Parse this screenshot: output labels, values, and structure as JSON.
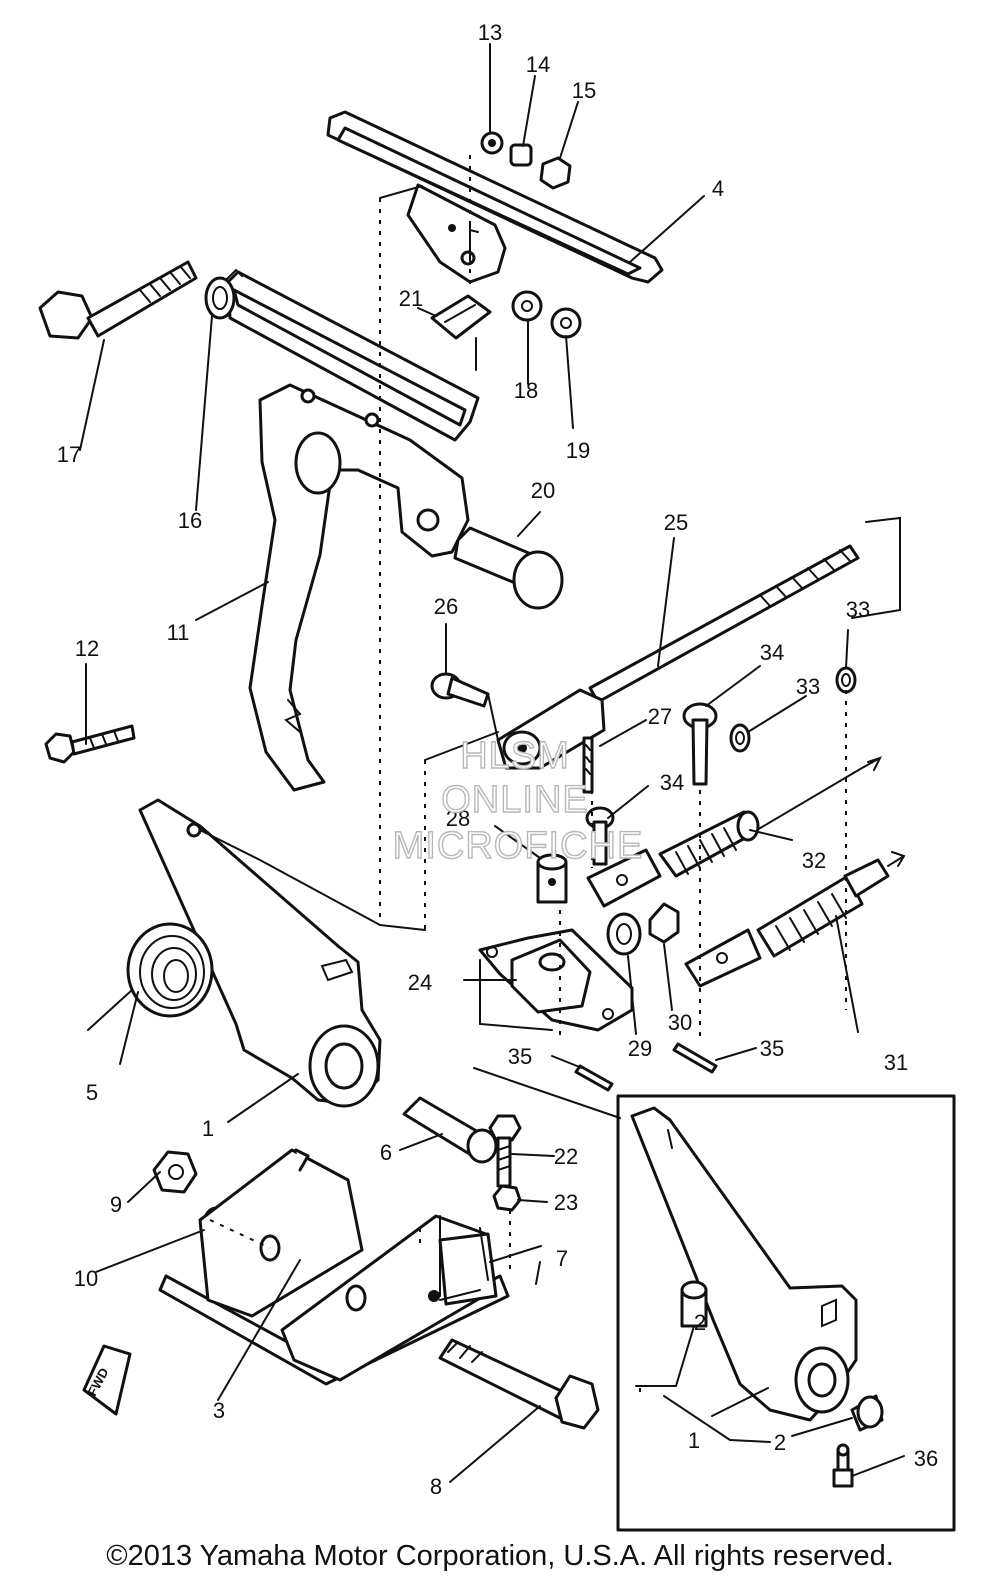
{
  "diagram": {
    "callouts": [
      "1",
      "2",
      "3",
      "4",
      "5",
      "6",
      "7",
      "8",
      "9",
      "10",
      "11",
      "12",
      "13",
      "14",
      "15",
      "16",
      "17",
      "18",
      "19",
      "20",
      "21",
      "22",
      "23",
      "24",
      "25",
      "26",
      "27",
      "28",
      "29",
      "30",
      "31",
      "32",
      "33",
      "34",
      "35",
      "36"
    ],
    "inset_callouts": [
      "1",
      "2",
      "2",
      "36"
    ],
    "repeated_callouts": [
      "33",
      "34",
      "35"
    ],
    "logo_text": "FWD"
  },
  "watermark": {
    "line1": "HLSM",
    "line2": "ONLINE",
    "line3": "MICROFICHE"
  },
  "footer": {
    "copyright": "©2013 Yamaha Motor Corporation, U.S.A. All rights reserved."
  }
}
